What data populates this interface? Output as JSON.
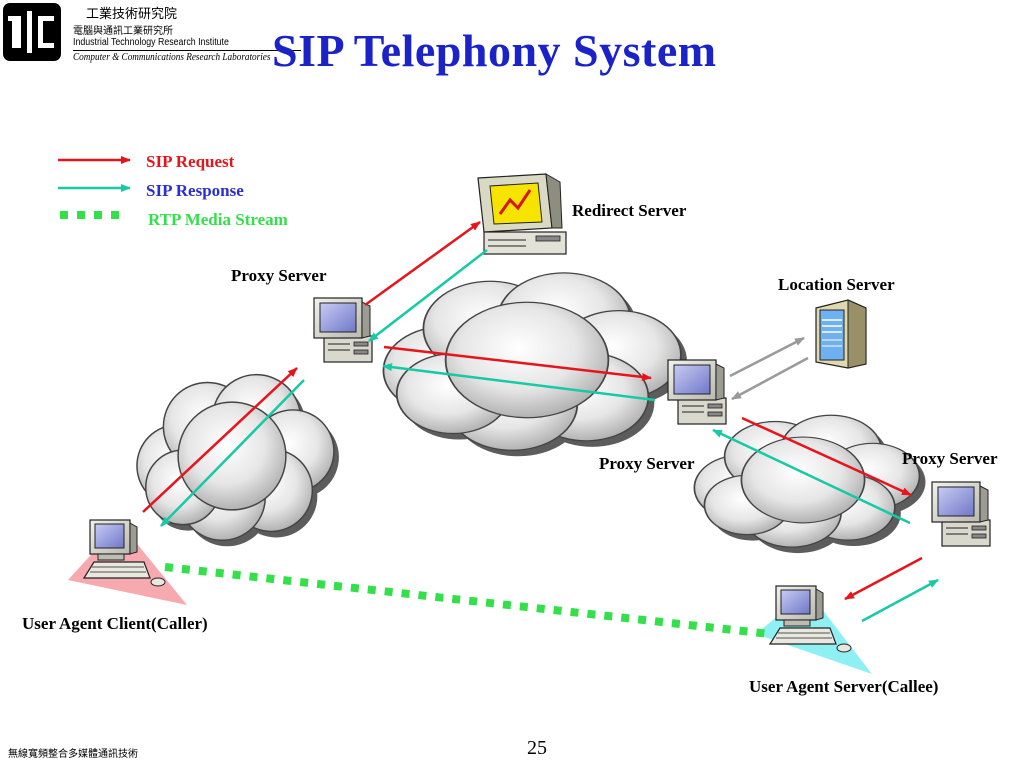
{
  "header": {
    "org_name_zh": "工業技術研究院",
    "org_sub_zh": "電腦與通訊工業研究所",
    "org_name_en": "Industrial Technology Research Institute",
    "org_lab_en": "Computer & Communications Research Laboratories",
    "title": "SIP Telephony System"
  },
  "legend": {
    "request": {
      "label": "SIP Request",
      "color": "#e8141c"
    },
    "response": {
      "label": "SIP Response",
      "color": "#17c9a4"
    },
    "media": {
      "label": "RTP Media Stream",
      "color": "#33e04a"
    }
  },
  "nodes": {
    "redirect_server": "Redirect Server",
    "proxy_server_1": "Proxy Server",
    "location_server": "Location Server",
    "proxy_server_2": "Proxy Server",
    "proxy_server_3": "Proxy Server",
    "caller": "User Agent Client(Caller)",
    "callee": "User Agent Server(Callee)"
  },
  "colors": {
    "title": "#1a22c8",
    "request_label": "#e8141c",
    "response_label": "#2a2fd0",
    "media_label": "#33e04a",
    "location_arrow": "#9a9a9a",
    "caller_highlight": "#f7a9b0",
    "callee_highlight": "#8ff0f4"
  },
  "footer": {
    "left_text": "無線寬頻整合多媒體通訊技術",
    "page_number": "25"
  }
}
